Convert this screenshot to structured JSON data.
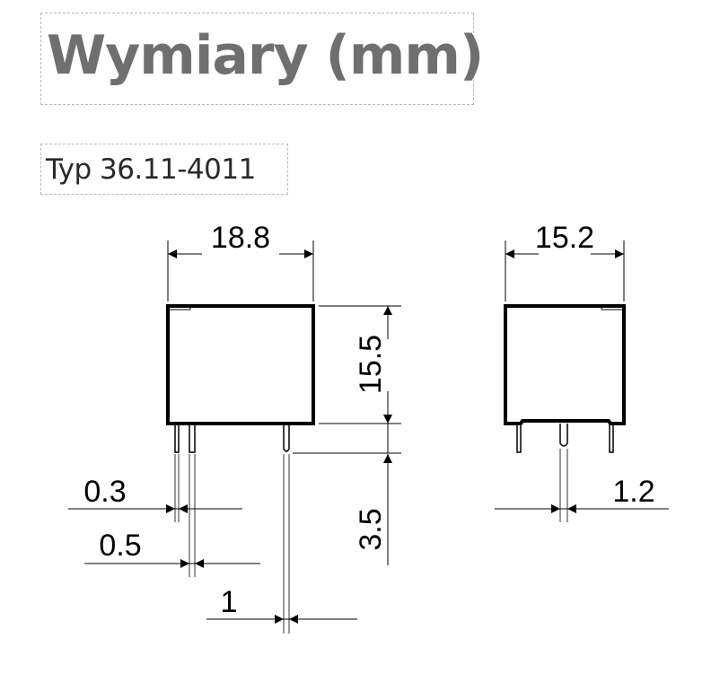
{
  "title": "Wymiary (mm)",
  "subtitle": "Typ 36.11-4011",
  "dimensions": {
    "width": "18.8",
    "depth": "15.2",
    "body_height": "15.5",
    "pin_length": "3.5",
    "pin_thickness": "0.3",
    "pin_width": "0.5",
    "pin_width_side": "1",
    "pin_width_right": "1.2"
  },
  "colors": {
    "title": "#6f6f6f",
    "line": "#000000"
  }
}
